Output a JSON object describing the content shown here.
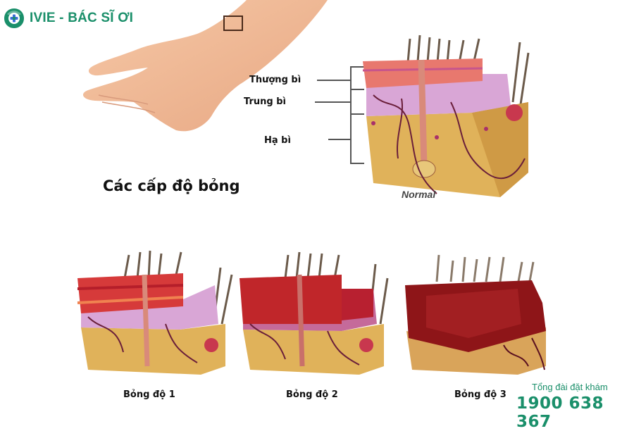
{
  "brand": {
    "name": "IVIE - BÁC SĨ ƠI",
    "logo_icon": "medical-cross-icon",
    "color": "#1a8f6a"
  },
  "diagram": {
    "layers": [
      {
        "label": "Thượng bì"
      },
      {
        "label": "Trung bì"
      },
      {
        "label": "Hạ bì"
      }
    ],
    "title": "Các cấp độ bỏng",
    "normal_label": "Normal",
    "degrees": [
      {
        "label": "Bỏng độ 1"
      },
      {
        "label": "Bỏng độ 2"
      },
      {
        "label": "Bỏng độ 3"
      }
    ]
  },
  "hotline": {
    "caption": "Tổng đài đặt khám",
    "number": "1900 638 367"
  },
  "colors": {
    "brand_green": "#1a8f6a",
    "epidermis": "#e8786e",
    "dermis": "#d9a6d6",
    "hypodermis": "#e0b25a",
    "burn_red": "#c0262a",
    "burn_dark": "#8e1518"
  }
}
